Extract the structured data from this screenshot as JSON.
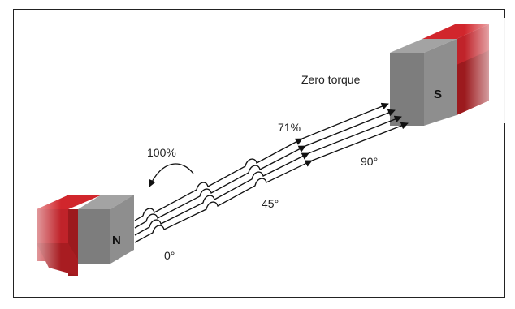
{
  "diagram": {
    "labels": {
      "north_pole": "N",
      "south_pole": "S",
      "zero_torque": "Zero torque",
      "full_torque": "100%",
      "partial_torque": "71%",
      "angle_0": "0°",
      "angle_45": "45°",
      "angle_90": "90°"
    },
    "colors": {
      "magnet_red": "#d1262c",
      "magnet_red_dark": "#9c1a1e",
      "magnet_gray_face": "#7d7d7d",
      "magnet_gray_top": "#a3a3a3",
      "magnet_gray_side": "#8e8e8e",
      "line": "#111111",
      "frame": "#222222"
    }
  }
}
